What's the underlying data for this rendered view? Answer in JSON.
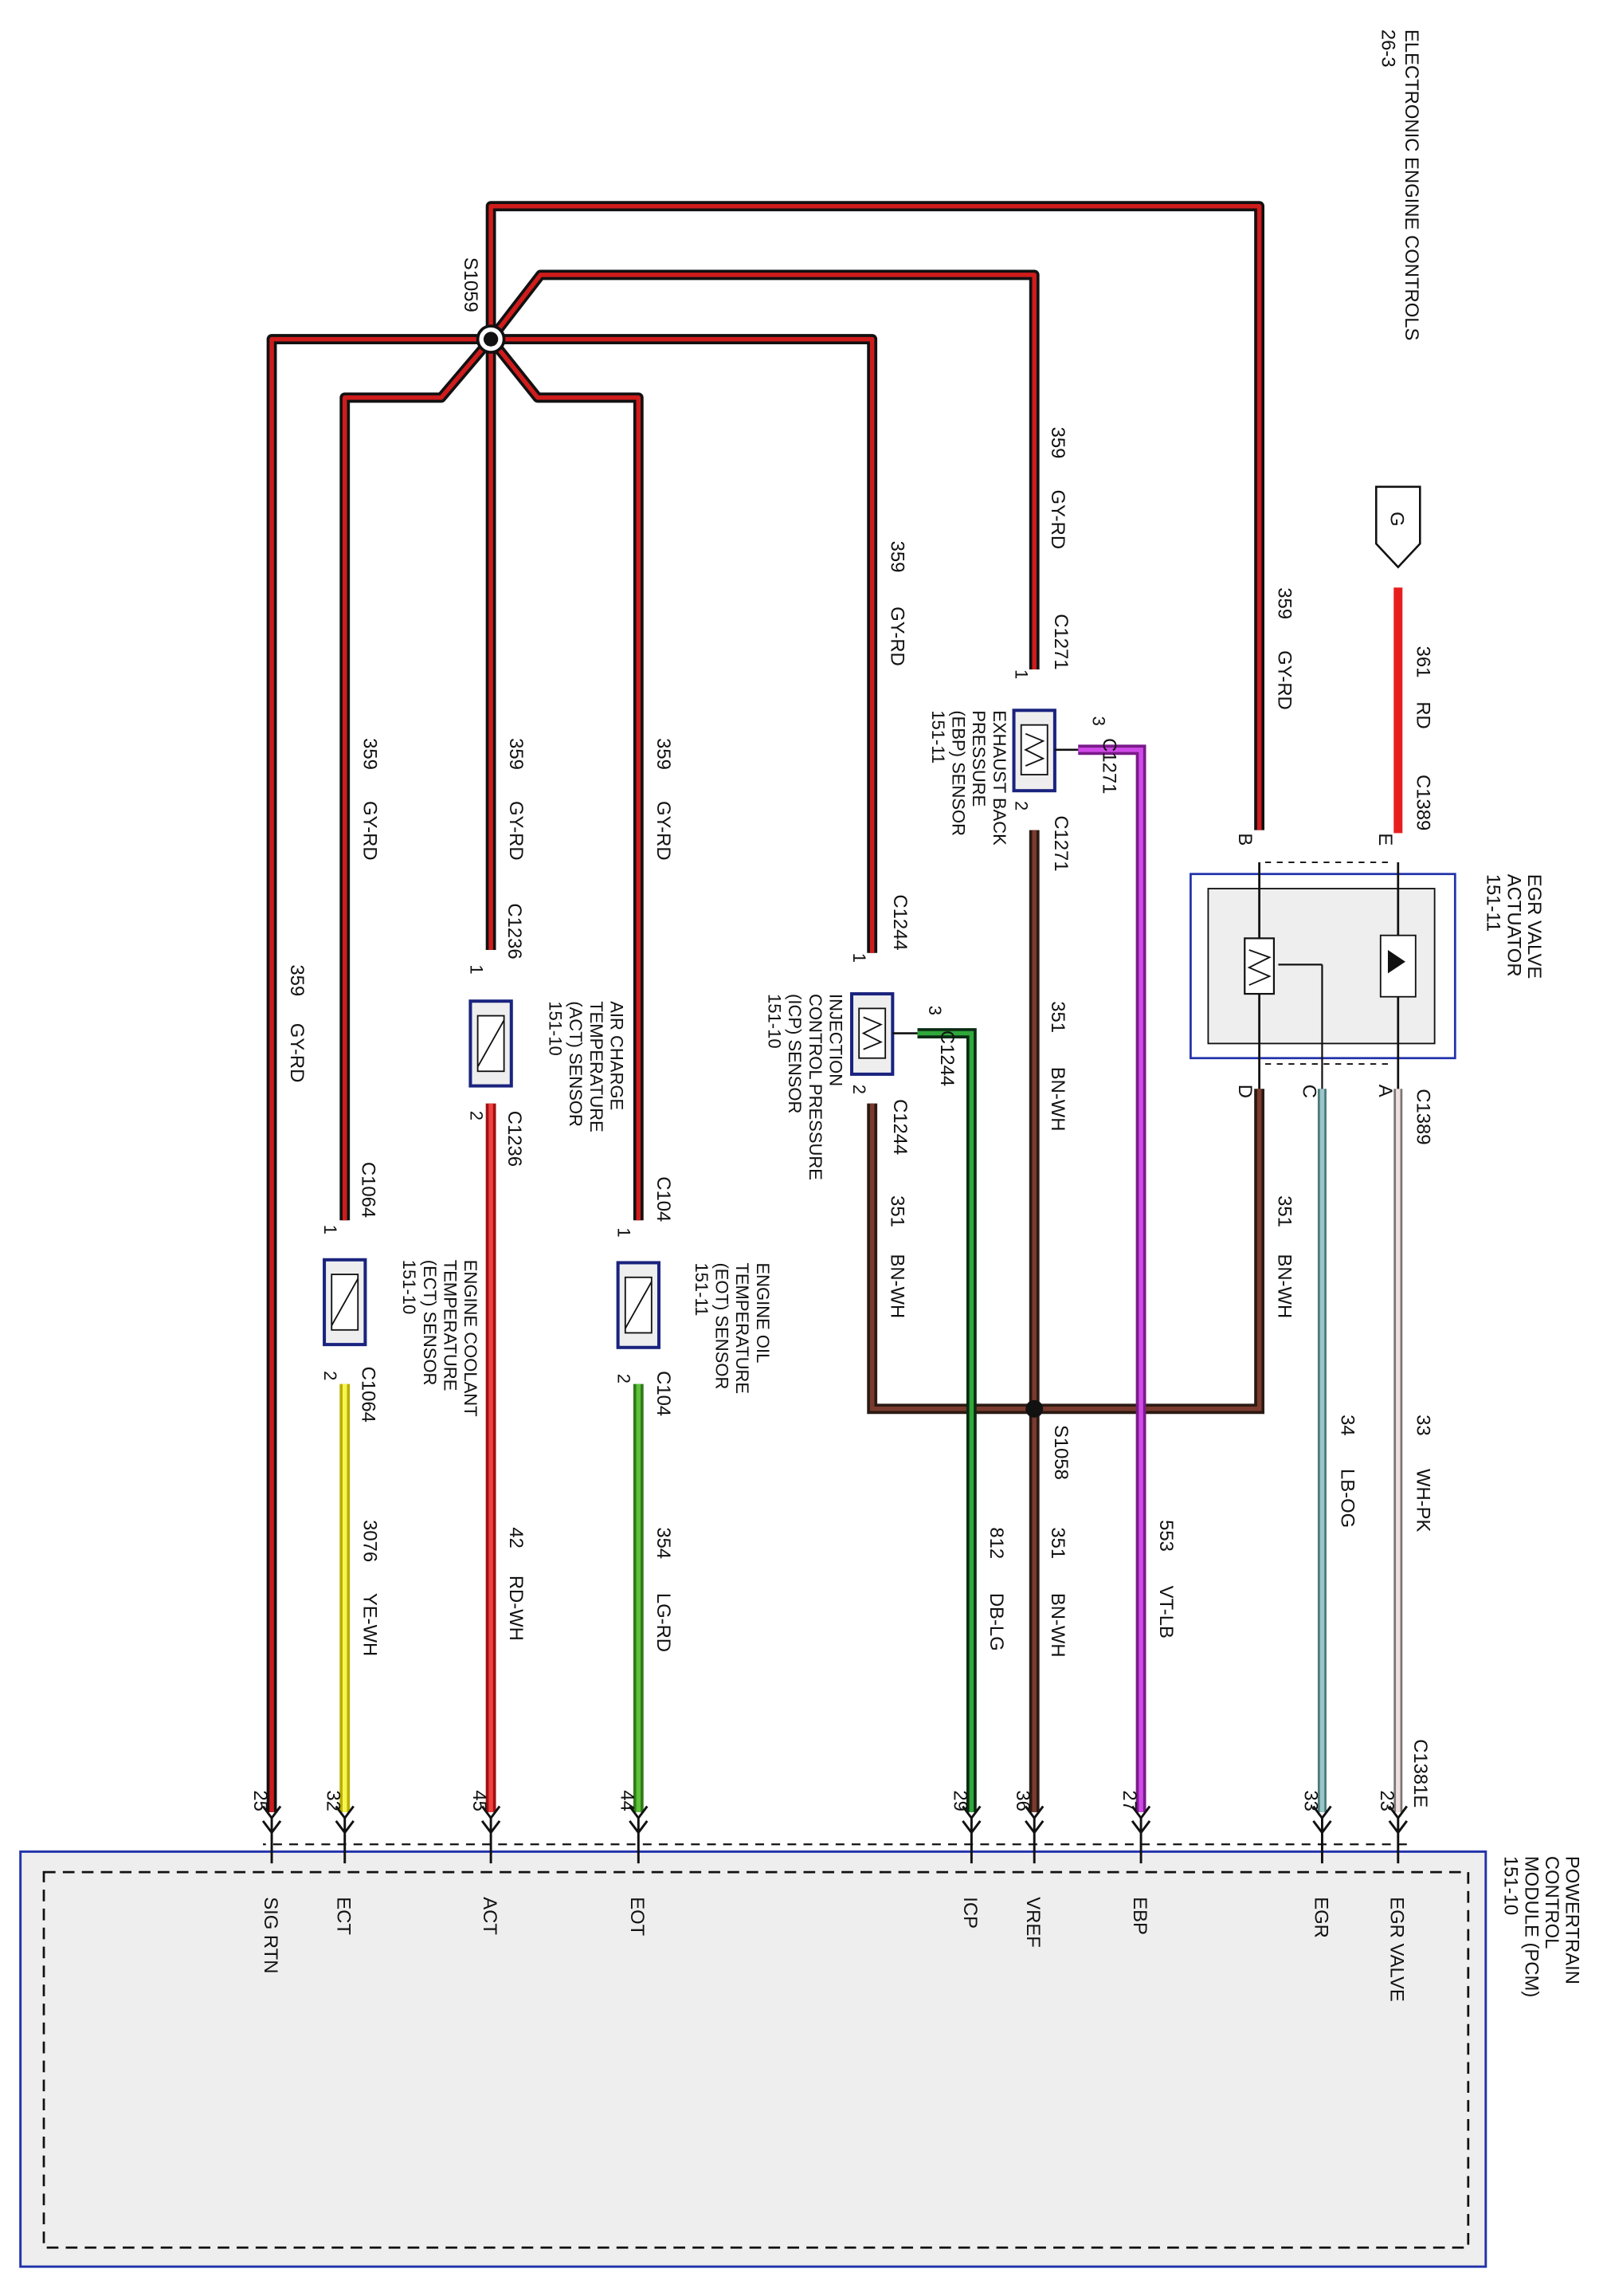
{
  "header": {
    "title": "ELECTRONIC ENGINE CONTROLS",
    "page": "26-3"
  },
  "colors": {
    "gy_rd_outer": "#111111",
    "gy_rd_inner": "#d01c1c",
    "rd": "#e81e1e",
    "bn_wh_outer": "#2b1a14",
    "bn_wh_inner": "#7a3b2e",
    "vt_lb": "#c43ae0",
    "db_lg_outer": "#0a2a14",
    "db_lg_inner": "#2fa83a",
    "lb_og": "#7aa5a8",
    "wh_pk": "#f1dede",
    "ye_wh": "#f2ee2a",
    "rd_wh": "#e82222",
    "lg_rd": "#53b830",
    "module_border": "#2233aa",
    "module_fill": "#eeeeee"
  },
  "pcm": {
    "name": "POWERTRAIN CONTROL MODULE (PCM)",
    "ref": "151-10",
    "connector": "C1381E"
  },
  "pcm_pins": [
    {
      "num": "23",
      "label": "EGR VALVE"
    },
    {
      "num": "33",
      "label": "EGR"
    },
    {
      "num": "27",
      "label": "EBP"
    },
    {
      "num": "36",
      "label": "VREF"
    },
    {
      "num": "29",
      "label": "ICP"
    },
    {
      "num": "44",
      "label": "EOT"
    },
    {
      "num": "45",
      "label": "ACT"
    },
    {
      "num": "32",
      "label": "ECT"
    },
    {
      "num": "25",
      "label": "SIG RTN"
    }
  ],
  "wires": [
    {
      "circuit": "361",
      "color": "RD"
    },
    {
      "circuit": "359",
      "color": "GY-RD"
    },
    {
      "circuit": "33",
      "color": "WH-PK"
    },
    {
      "circuit": "34",
      "color": "LB-OG"
    },
    {
      "circuit": "351",
      "color": "BN-WH"
    },
    {
      "circuit": "553",
      "color": "VT-LB"
    },
    {
      "circuit": "812",
      "color": "DB-LG"
    },
    {
      "circuit": "354",
      "color": "LG-RD"
    },
    {
      "circuit": "42",
      "color": "RD-WH"
    },
    {
      "circuit": "3076",
      "color": "YE-WH"
    }
  ],
  "splices": [
    "S1059",
    "S1058"
  ],
  "offpage": {
    "letter": "G"
  },
  "components": {
    "egr": {
      "name": "EGR VALVE ACTUATOR",
      "ref": "151-11",
      "connector": "C1389",
      "pins": [
        "E",
        "B",
        "A",
        "C",
        "D"
      ]
    },
    "ebp": {
      "name": "EXHAUST BACK PRESSURE (EBP) SENSOR",
      "ref": "151-11",
      "connector": "C1271"
    },
    "icp": {
      "name": "INJECTION CONTROL PRESSURE (ICP) SENSOR",
      "ref": "151-10",
      "connector": "C1244"
    },
    "act": {
      "name": "AIR CHARGE TEMPERATURE (ACT) SENSOR",
      "ref": "151-10",
      "connector": "C1236"
    },
    "eot": {
      "name": "ENGINE OIL TEMPERATURE (EOT) SENSOR",
      "ref": "151-11",
      "connector": "C104"
    },
    "ect": {
      "name": "ENGINE COOLANT TEMPERATURE (ECT) SENSOR",
      "ref": "151-10",
      "connector": "C1064"
    }
  },
  "pins": {
    "one": "1",
    "two": "2",
    "three": "3"
  }
}
